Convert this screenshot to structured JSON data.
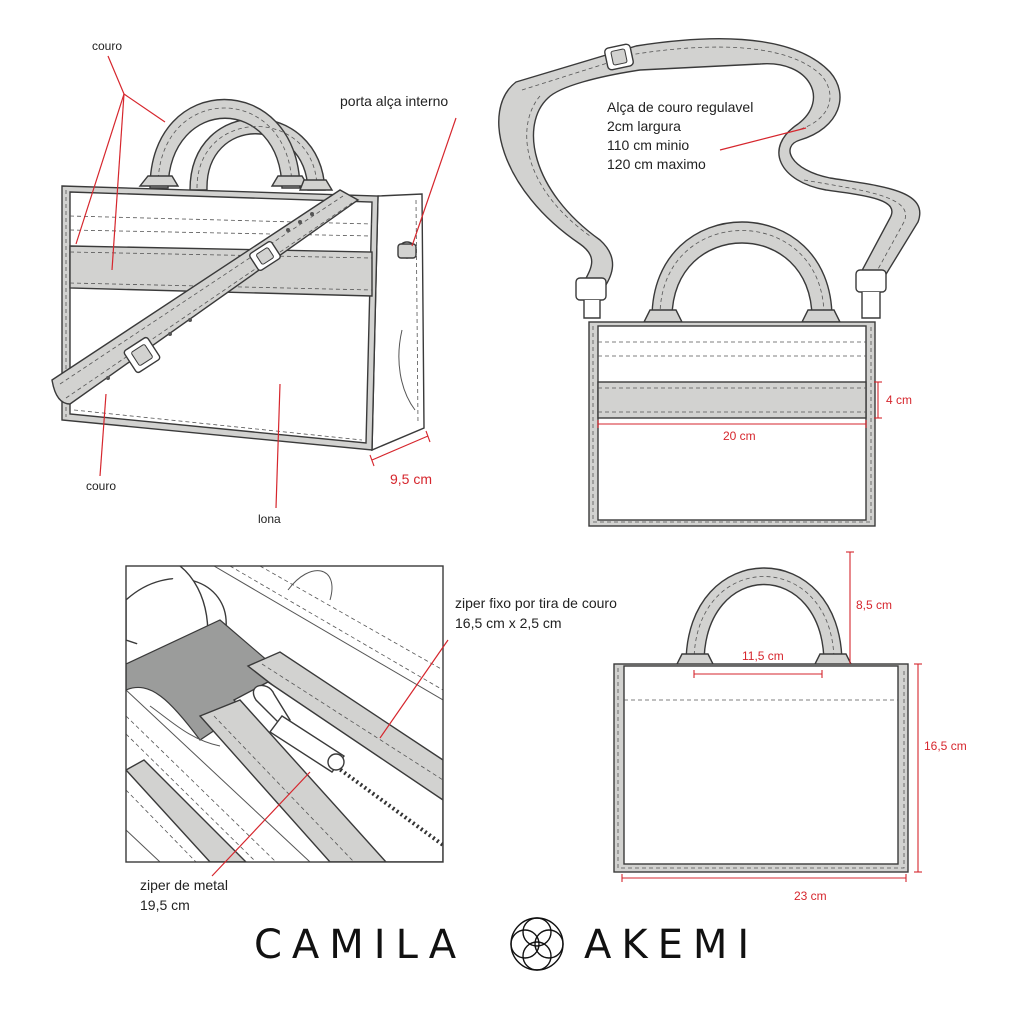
{
  "annotations": {
    "couro_top": "couro",
    "porta_alca": "porta alça interno",
    "couro_bottom": "couro",
    "lona": "lona",
    "depth": "9,5 cm",
    "strap_line1": "Alça de couro regulavel",
    "strap_line2": "2cm largura",
    "strap_line3": "110 cm minio",
    "strap_line4": "120 cm maximo",
    "band_height": "4 cm",
    "band_width": "20 cm",
    "zipper_tab_line1": "ziper fixo por tira de couro",
    "zipper_tab_line2": "16,5 cm x 2,5 cm",
    "zipper_line1": "ziper de metal",
    "zipper_line2": "19,5 cm",
    "handle_height": "8,5 cm",
    "handle_gap": "11,5 cm",
    "body_height": "16,5 cm",
    "body_width": "23 cm"
  },
  "brand": {
    "left": "CAMILA",
    "right": "AKEMI"
  },
  "colors": {
    "leather": "#d2d2d0",
    "outline": "#3a3a3a",
    "dimension": "#d6262d",
    "lining": "#9b9c9b"
  }
}
